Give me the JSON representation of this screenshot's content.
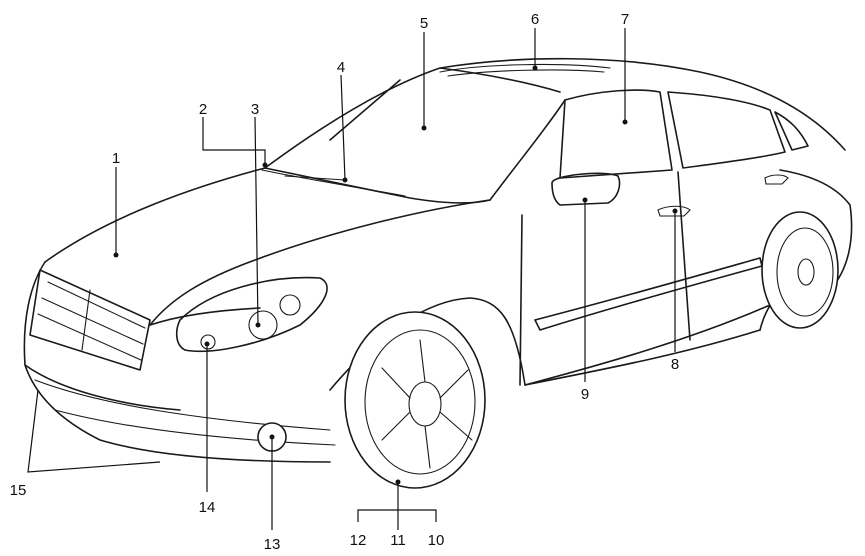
{
  "diagram": {
    "callouts": [
      {
        "id": "c1",
        "label": "1"
      },
      {
        "id": "c2",
        "label": "2"
      },
      {
        "id": "c3",
        "label": "3"
      },
      {
        "id": "c4",
        "label": "4"
      },
      {
        "id": "c5",
        "label": "5"
      },
      {
        "id": "c6",
        "label": "6"
      },
      {
        "id": "c7",
        "label": "7"
      },
      {
        "id": "c8",
        "label": "8"
      },
      {
        "id": "c9",
        "label": "9"
      },
      {
        "id": "c10",
        "label": "10"
      },
      {
        "id": "c11",
        "label": "11"
      },
      {
        "id": "c12",
        "label": "12"
      },
      {
        "id": "c13",
        "label": "13"
      },
      {
        "id": "c14",
        "label": "14"
      },
      {
        "id": "c15",
        "label": "15"
      }
    ],
    "colors": {
      "ink": "#1a1a1a",
      "background": "#ffffff"
    }
  }
}
